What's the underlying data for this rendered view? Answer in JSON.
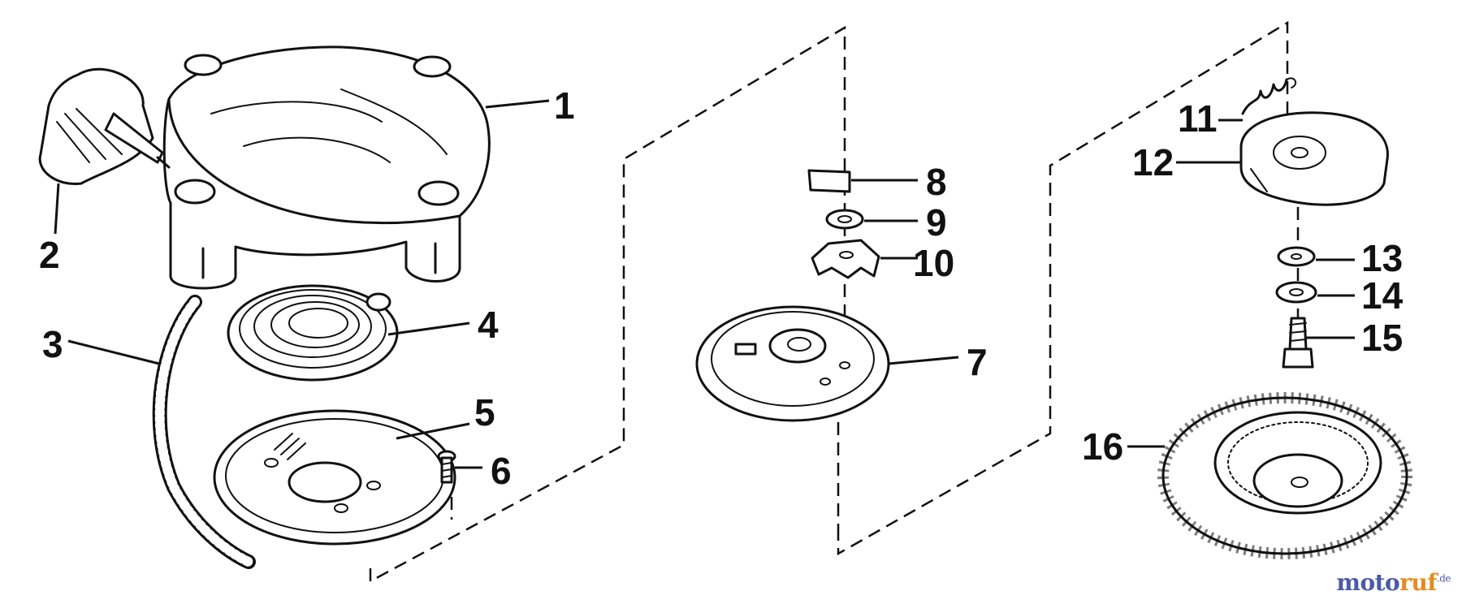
{
  "callouts": {
    "c1": "1",
    "c2": "2",
    "c3": "3",
    "c4": "4",
    "c5": "5",
    "c6": "6",
    "c7": "7",
    "c8": "8",
    "c9": "9",
    "c10": "10",
    "c11": "11",
    "c12": "12",
    "c13": "13",
    "c14": "14",
    "c15": "15",
    "c16": "16"
  },
  "watermark": {
    "text_a": "moto",
    "text_b": "ruf",
    "suffix": ".de"
  },
  "colors": {
    "line": "#111111",
    "watermark_primary": "#4a5aa8",
    "watermark_accent": "#e8891e"
  }
}
